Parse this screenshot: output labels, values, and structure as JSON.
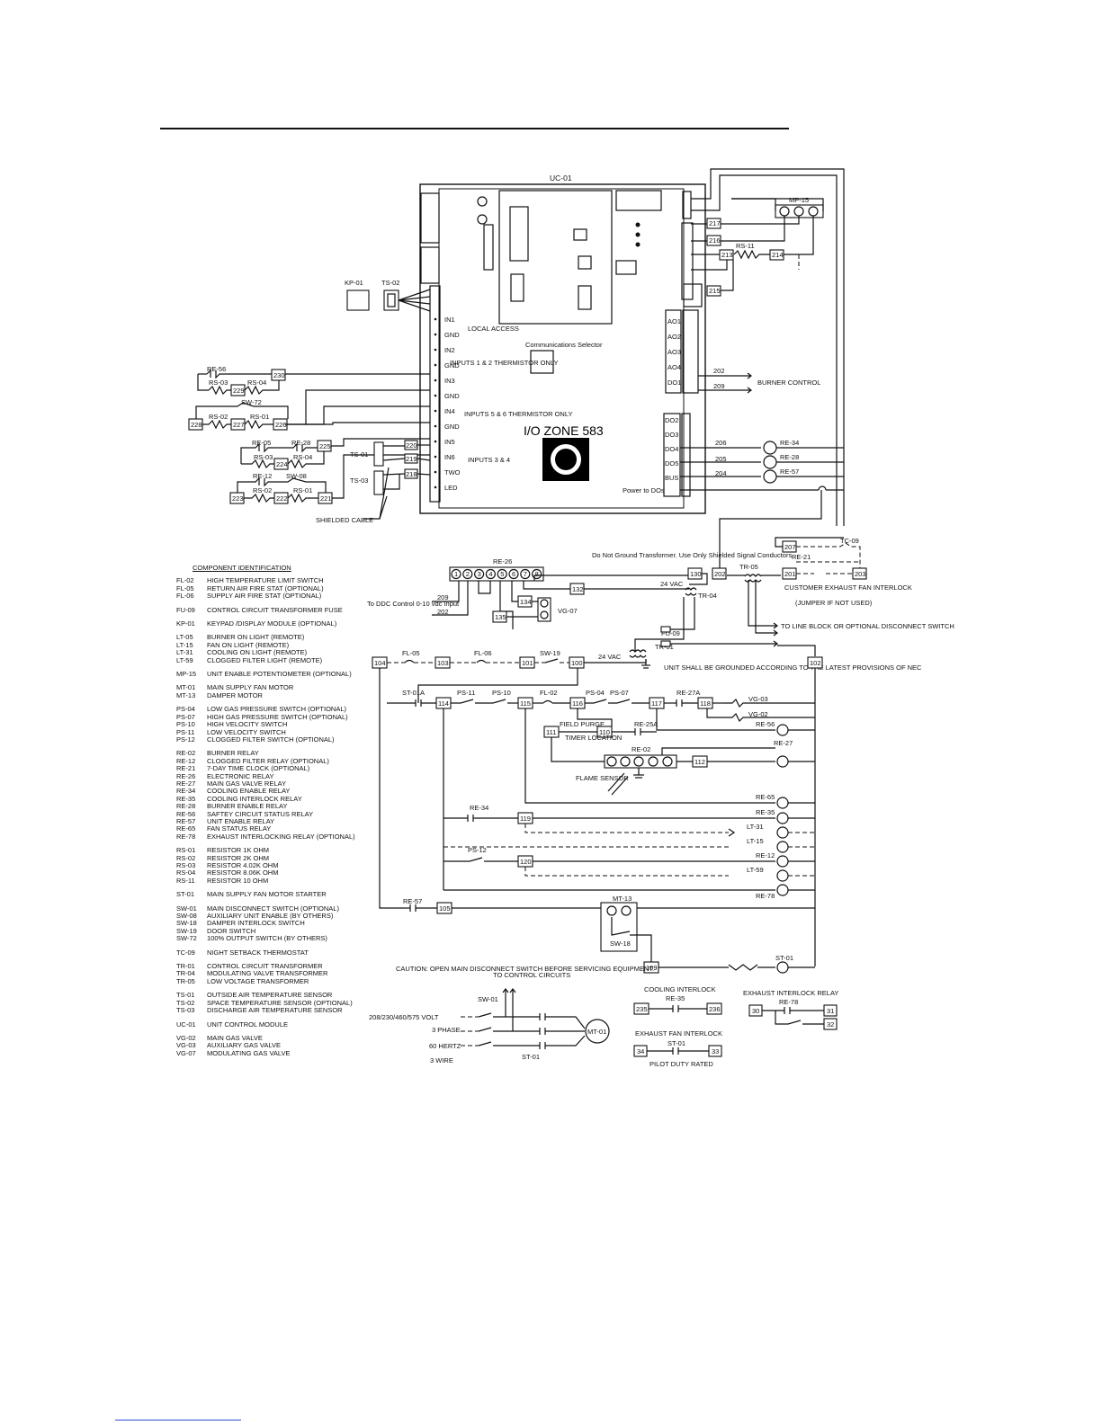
{
  "module": {
    "title": "UC-01",
    "zone_logo": "I/O ZONE 583",
    "local_access": "LOCAL ACCESS",
    "comm_selector": "Communications Selector",
    "inputs_12": "INPUTS 1 & 2 THERMISTOR ONLY",
    "inputs_34": "INPUTS 3 & 4",
    "inputs_56": "INPUTS 5 & 6 THERMISTOR ONLY",
    "power_label": "Power to DOs",
    "left_terminals": [
      "IN1",
      "GND",
      "IN2",
      "GND",
      "IN3",
      "GND",
      "IN4",
      "GND",
      "IN5",
      "IN6",
      "TWO",
      "LED"
    ],
    "right_terminals": [
      "AO1",
      "AO2",
      "AO3",
      "AO4",
      "DO1",
      "DO2",
      "DO3",
      "DO4",
      "DO5",
      "BUS"
    ]
  },
  "labels": {
    "burner_control": "BURNER CONTROL",
    "shielded_cable": "SHIELDED CABLE",
    "do_not_ground": "Do Not Ground Transformer. Use Only Shielded Signal Conductors.",
    "ddc_control": "To DDC Control 0-10 vdc Input",
    "vac24": "24 VAC",
    "to_line_block": "TO LINE BLOCK OR OPTIONAL DISCONNECT SWITCH",
    "grounding": "UNIT SHALL BE GROUNDED ACCORDING TO THE LATEST PROVISIONS OF NEC",
    "customer_exhaust": "CUSTOMER EXHAUST FAN INTERLOCK",
    "jumper_note": "(JUMPER IF NOT USED)",
    "field_purge": "FIELD PURGE",
    "timer_location": "TIMER LOCATION",
    "flame_sensor": "FLAME SENSOR",
    "caution": "CAUTION: OPEN MAIN DISCONNECT SWITCH BEFORE SERVICING EQUIPMENT.",
    "to_control_circuits": "TO CONTROL CIRCUITS",
    "voltage": "208/230/460/575 VOLT",
    "phase": "3 PHASE",
    "hertz": "60 HERTZ",
    "wire": "3 WIRE",
    "cooling_interlock": "COOLING INTERLOCK",
    "exhaust_fan_interlock": "EXHAUST FAN INTERLOCK",
    "pilot_duty": "PILOT DUTY RATED",
    "exhaust_interlock_relay": "EXHAUST INTERLOCK RELAY"
  },
  "legend": {
    "title": "COMPONENT IDENTIFICATION",
    "groups": [
      [
        [
          "FL-02",
          "HIGH TEMPERATURE LIMIT SWITCH"
        ],
        [
          "FL-05",
          "RETURN AIR FIRE STAT (OPTIONAL)"
        ],
        [
          "FL-06",
          "SUPPLY AIR FIRE STAT (OPTIONAL)"
        ]
      ],
      [
        [
          "FU-09",
          "CONTROL CIRCUIT TRANSFORMER FUSE"
        ]
      ],
      [
        [
          "KP-01",
          "KEYPAD /DISPLAY MODULE (OPTIONAL)"
        ]
      ],
      [
        [
          "LT-05",
          "BURNER ON LIGHT (REMOTE)"
        ],
        [
          "LT-15",
          "FAN ON LIGHT (REMOTE)"
        ],
        [
          "LT-31",
          "COOLING ON LIGHT (REMOTE)"
        ],
        [
          "LT-59",
          "CLOGGED FILTER LIGHT (REMOTE)"
        ]
      ],
      [
        [
          "MP-15",
          "UNIT ENABLE POTENTIOMETER (OPTIONAL)"
        ]
      ],
      [
        [
          "MT-01",
          "MAIN SUPPLY FAN MOTOR"
        ],
        [
          "MT-13",
          "DAMPER MOTOR"
        ]
      ],
      [
        [
          "PS-04",
          "LOW GAS PRESSURE SWITCH (OPTIONAL)"
        ],
        [
          "PS-07",
          "HIGH GAS PRESSURE SWITCH (OPTIONAL)"
        ],
        [
          "PS-10",
          "HIGH VELOCITY SWITCH"
        ],
        [
          "PS-11",
          "LOW VELOCITY SWITCH"
        ],
        [
          "PS-12",
          "CLOGGED FILTER SWITCH (OPTIONAL)"
        ]
      ],
      [
        [
          "RE-02",
          "BURNER RELAY"
        ],
        [
          "RE-12",
          "CLOGGED FILTER RELAY (OPTIONAL)"
        ],
        [
          "RE-21",
          "7-DAY TIME CLOCK (OPTIONAL)"
        ],
        [
          "RE-26",
          "ELECTRONIC RELAY"
        ],
        [
          "RE-27",
          "MAIN GAS VALVE RELAY"
        ],
        [
          "RE-34",
          "COOLING ENABLE RELAY"
        ],
        [
          "RE-35",
          "COOLING INTERLOCK RELAY"
        ],
        [
          "RE-28",
          "BURNER ENABLE RELAY"
        ],
        [
          "RE-56",
          "SAFTEY CIRCUIT STATUS RELAY"
        ],
        [
          "RE-57",
          "UNIT ENABLE RELAY"
        ],
        [
          "RE-65",
          "FAN STATUS RELAY"
        ],
        [
          "RE-78",
          "EXHAUST INTERLOCKING RELAY (OPTIONAL)"
        ]
      ],
      [
        [
          "RS-01",
          "RESISTOR 1K OHM"
        ],
        [
          "RS-02",
          "RESISTOR 2K OHM"
        ],
        [
          "RS-03",
          "RESISTOR 4.02K OHM"
        ],
        [
          "RS-04",
          "RESISTOR 8.06K OHM"
        ],
        [
          "RS-11",
          "RESISTOR 10 OHM"
        ]
      ],
      [
        [
          "ST-01",
          "MAIN SUPPLY FAN MOTOR STARTER"
        ]
      ],
      [
        [
          "SW-01",
          "MAIN DISCONNECT SWITCH (OPTIONAL)"
        ],
        [
          "SW-08",
          "AUXILIARY UNIT ENABLE (BY OTHERS)"
        ],
        [
          "SW-18",
          "DAMPER INTERLOCK SWITCH"
        ],
        [
          "SW-19",
          "DOOR SWITCH"
        ],
        [
          "SW-72",
          "100% OUTPUT SWITCH (BY OTHERS)"
        ]
      ],
      [
        [
          "TC-09",
          "NIGHT SETBACK THERMOSTAT"
        ]
      ],
      [
        [
          "TR-01",
          "CONTROL CIRCUIT TRANSFORMER"
        ],
        [
          "TR-04",
          "MODULATING VALVE TRANSFORMER"
        ],
        [
          "TR-05",
          "LOW VOLTAGE TRANSFORMER"
        ]
      ],
      [
        [
          "TS-01",
          "OUTSIDE AIR TEMPERATURE SENSOR"
        ],
        [
          "TS-02",
          "SPACE TEMPERATURE SENSOR (OPTIONAL)"
        ],
        [
          "TS-03",
          "DISCHARGE AIR TEMPERATURE SENSOR"
        ]
      ],
      [
        [
          "UC-01",
          "UNIT CONTROL MODULE"
        ]
      ],
      [
        [
          "VG-02",
          "MAIN GAS VALVE"
        ],
        [
          "VG-03",
          "AUXILIARY GAS VALVE"
        ],
        [
          "VG-07",
          "MODULATING GAS VALVE"
        ]
      ]
    ]
  },
  "components": {
    "kp01": "KP-01",
    "ts02": "TS-02",
    "mp15": "MP-15",
    "rs11": "RS-11",
    "re56": "RE-56",
    "rs03": "RS-03",
    "rs04": "RS-04",
    "sw72": "SW-72",
    "rs02": "RS-02",
    "rs01": "RS-01",
    "re05": "RE-05",
    "re28": "RE-28",
    "re12": "RE-12",
    "sw08": "SW-08",
    "ts01": "TS-01",
    "ts03": "TS-03",
    "re34": "RE-34",
    "re57": "RE-57",
    "re26": "RE-26",
    "vg07": "VG-07",
    "tr05": "TR-05",
    "tr04": "TR-04",
    "tr01": "TR-01",
    "fu09": "FU-09",
    "tc09": "TC-09",
    "re21": "RE-21",
    "fl05": "FL-05",
    "fl06": "FL-06",
    "sw19": "SW-19",
    "st01a": "ST-01A",
    "ps11": "PS-11",
    "ps10": "PS-10",
    "fl02": "FL-02",
    "ps04": "PS-04",
    "ps07": "PS-07",
    "re27a": "RE-27A",
    "vg03": "VG-03",
    "vg02": "VG-02",
    "re25a": "RE-25A",
    "re02": "RE-02",
    "re27": "RE-27",
    "re65": "RE-65",
    "re35": "RE-35",
    "lt31": "LT-31",
    "lt15": "LT-15",
    "ps12": "PS-12",
    "lt59": "LT-59",
    "re78": "RE-78",
    "mt13": "MT-13",
    "sw18": "SW-18",
    "st01": "ST-01",
    "sw01": "SW-01",
    "mt01": "MT-01"
  },
  "terminals": {
    "t230": "230",
    "t229": "229",
    "t228": "228",
    "t227": "227",
    "t226": "226",
    "t225": "225",
    "t224": "224",
    "t223": "223",
    "t222": "222",
    "t221": "221",
    "t220": "220",
    "t219": "219",
    "t218": "218",
    "t217": "217",
    "t216": "216",
    "t213": "213",
    "t214": "214",
    "t215": "215",
    "t202": "202",
    "t209": "209",
    "t206": "206",
    "t205": "205",
    "t204": "204",
    "t130": "130",
    "t132": "132",
    "t134": "134",
    "t135": "135",
    "t207": "207",
    "t201": "201",
    "t203": "203",
    "t104": "104",
    "t103": "103",
    "t101": "101",
    "t100": "100",
    "t102": "102",
    "t114": "114",
    "t115": "115",
    "t116": "116",
    "t117": "117",
    "t118": "118",
    "t111": "111",
    "t110": "110",
    "t112": "112",
    "t119": "119",
    "t120": "120",
    "t105": "105",
    "t109": "109",
    "t235": "235",
    "t236": "236",
    "t30": "30",
    "t31": "31",
    "t32": "32",
    "t34": "34",
    "t33": "33"
  },
  "relay_pins": [
    "1",
    "2",
    "3",
    "4",
    "5",
    "6",
    "7",
    "8"
  ]
}
